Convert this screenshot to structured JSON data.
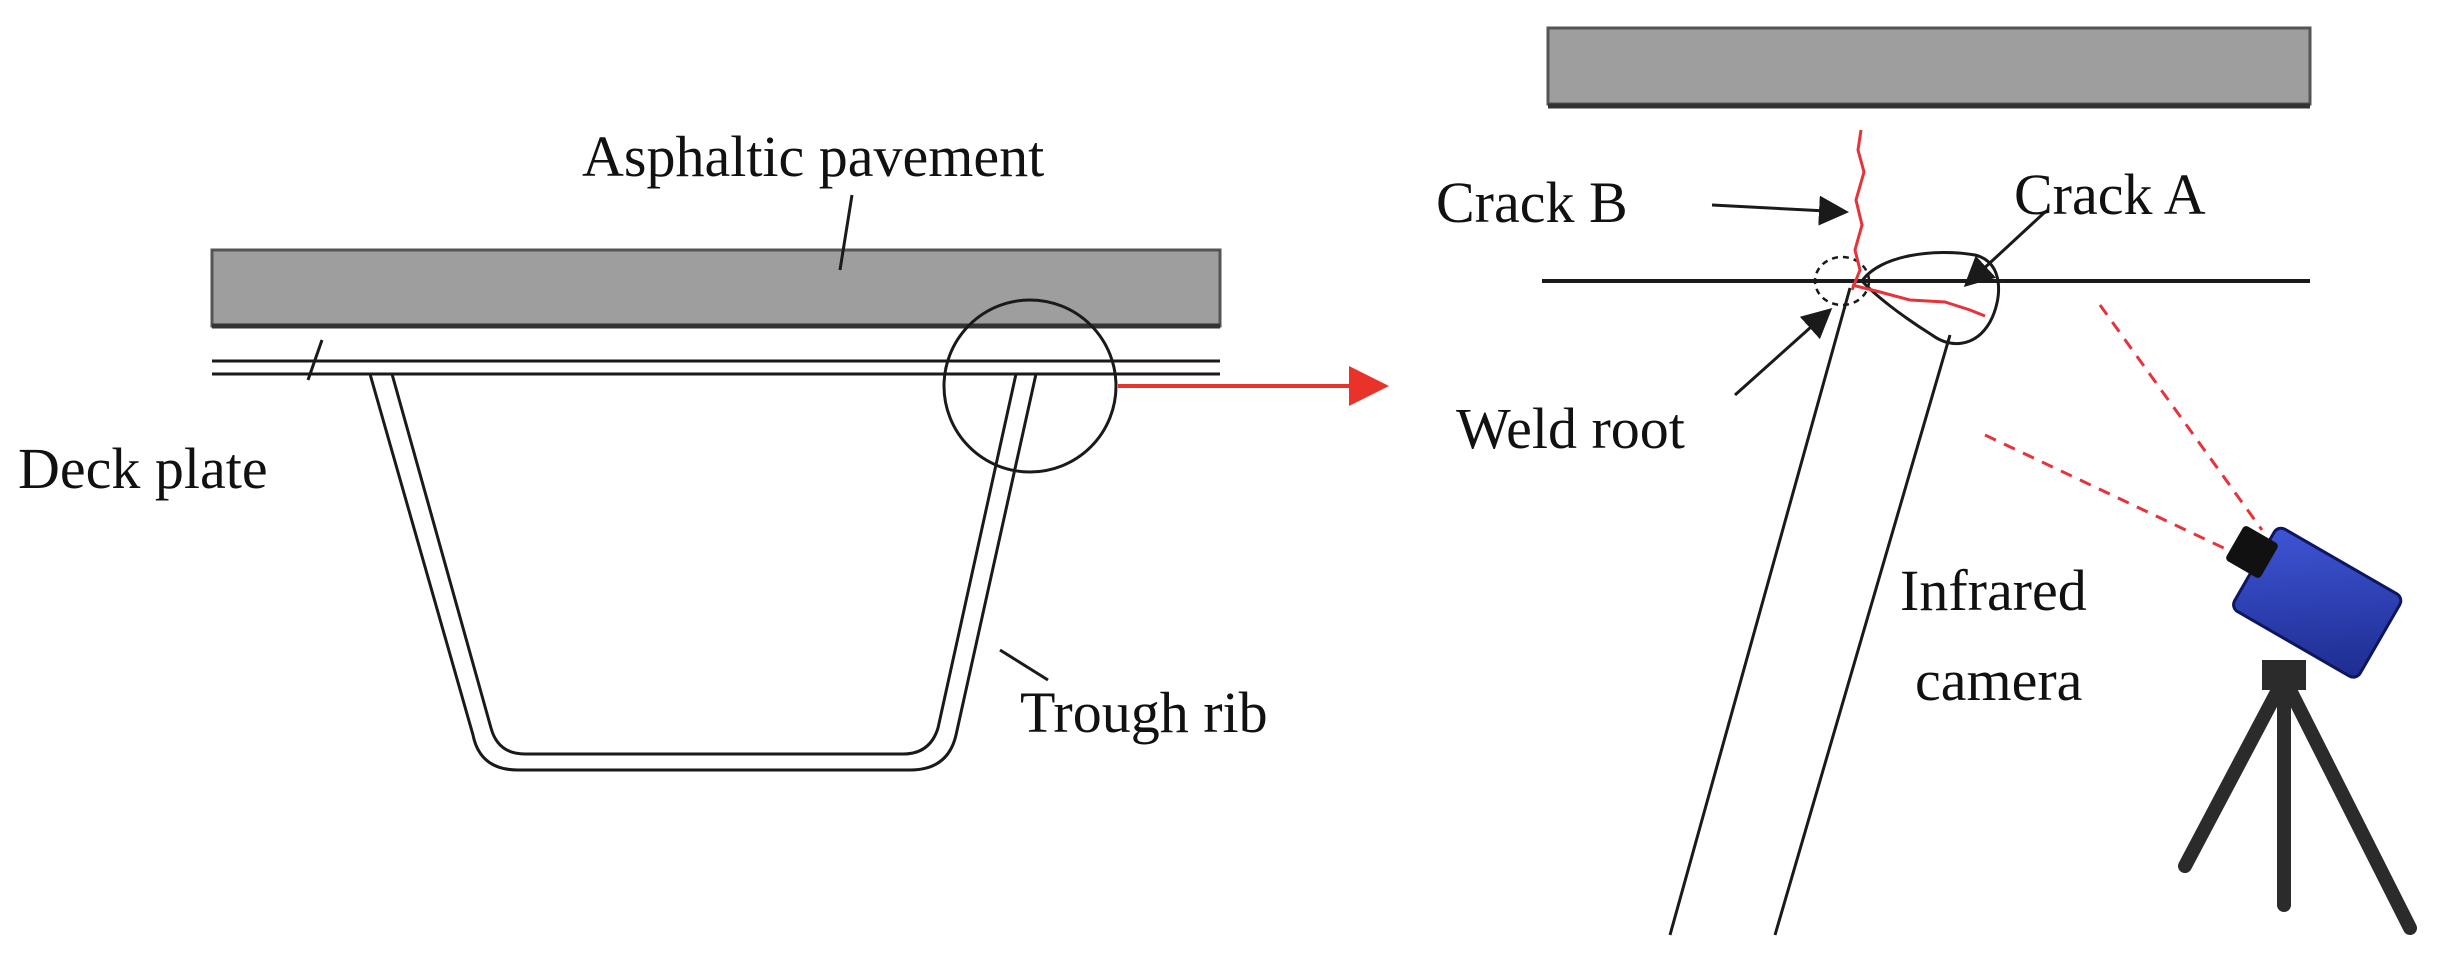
{
  "labels": {
    "asphaltic_pavement": "Asphaltic pavement",
    "deck_plate": "Deck plate",
    "trough_rib": "Trough rib",
    "crack_b": "Crack B",
    "crack_a": "Crack A",
    "weld_root": "Weld root",
    "infrared_camera_line1": "Infrared",
    "infrared_camera_line2": "camera"
  },
  "colors": {
    "pavement": "#9e9e9e",
    "line": "#1a1a1a",
    "crack": "#e8323a",
    "arrow": "#e8322a",
    "camera_body": "#2a3fb8",
    "camera_lens": "#111111",
    "tripod": "#2b2b2b"
  }
}
